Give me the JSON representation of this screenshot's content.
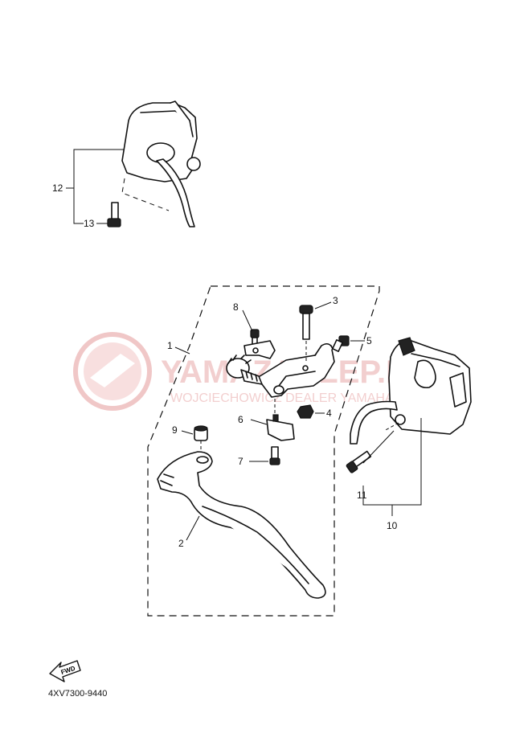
{
  "callouts": {
    "c1": "1",
    "c2": "2",
    "c3": "3",
    "c4": "4",
    "c5": "5",
    "c6": "6",
    "c7": "7",
    "c8": "8",
    "c9": "9",
    "c10": "10",
    "c11": "11",
    "c12": "12",
    "c13": "13"
  },
  "fwd_label": "FWD",
  "diagram_code": "4XV7300-9440",
  "watermark": {
    "text_main": "YAMAZAKLEP.PL",
    "text_sub": "WOJCIECHOWICZ DEALER YAMAHA",
    "color": "#e9a8a8"
  }
}
